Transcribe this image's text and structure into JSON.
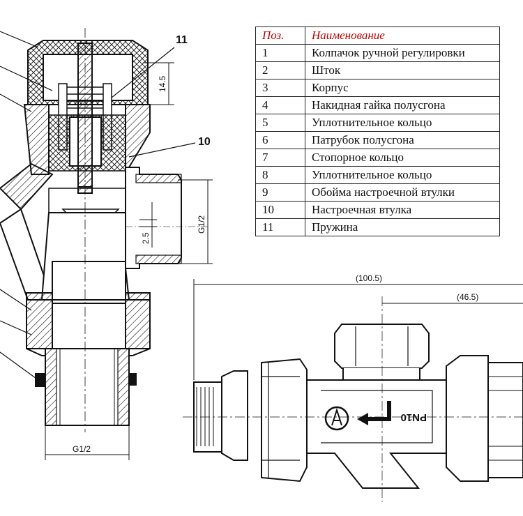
{
  "table": {
    "header_pos": "Поз.",
    "header_name": "Наименование",
    "rows": [
      {
        "pos": "1",
        "name": "Колпачок ручной регулировки"
      },
      {
        "pos": "2",
        "name": "Шток"
      },
      {
        "pos": "3",
        "name": "Корпус"
      },
      {
        "pos": "4",
        "name": "Накидная гайка полусгона"
      },
      {
        "pos": "5",
        "name": "Уплотнительное кольцо"
      },
      {
        "pos": "6",
        "name": "Патрубок полусгона"
      },
      {
        "pos": "7",
        "name": "Стопорное кольцо"
      },
      {
        "pos": "8",
        "name": "Уплотнительное кольцо"
      },
      {
        "pos": "9",
        "name": "Обойма настроечной втулки"
      },
      {
        "pos": "10",
        "name": "Настроечная втулка"
      },
      {
        "pos": "11",
        "name": "Пружина"
      }
    ]
  },
  "section_view": {
    "callout_11": "11",
    "callout_10": "10",
    "dim_height": "14.5",
    "dim_small": "2.5",
    "dim_thread_side": "G1/2",
    "dim_thread_bottom": "G1/2"
  },
  "side_view": {
    "dim_total": "(100.5)",
    "dim_partial": "(46.5)",
    "marking": "PN10"
  }
}
